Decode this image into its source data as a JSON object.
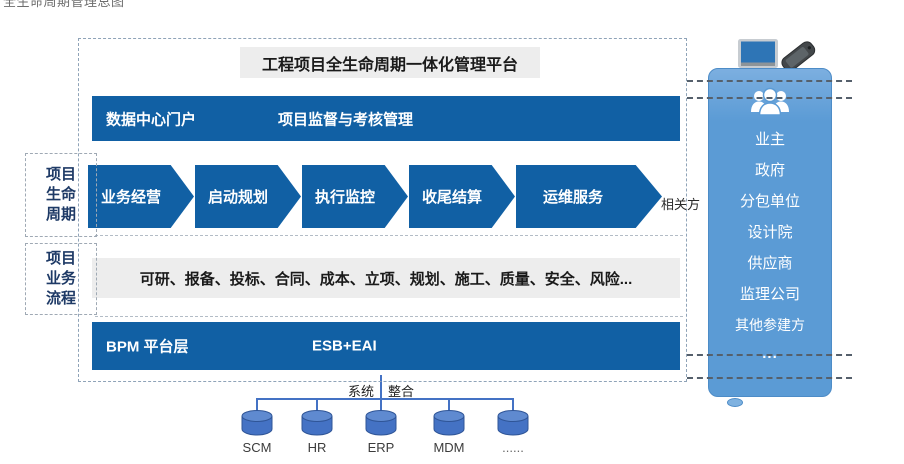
{
  "caption": "全生命周期管理总图",
  "platform": {
    "title": "工程项目全生命周期一体化管理平台",
    "portal_bar": {
      "left": "数据中心门户",
      "right": "项目监督与考核管理"
    },
    "lifecycle": {
      "side_label": "项目\n生命\n周期",
      "stages": [
        "业务经营",
        "启动规划",
        "执行监控",
        "收尾结算",
        "运维服务"
      ]
    },
    "process": {
      "side_label": "项目\n业务\n流程",
      "items_line": "可研、报备、投标、合同、成本、立项、规划、施工、质量、安全、风险..."
    },
    "platform_bar": {
      "left": "BPM  平台层",
      "right": "ESB+EAI"
    }
  },
  "stakeholders": {
    "pointer_label": "相关方",
    "items": [
      "业主",
      "政府",
      "分包单位",
      "设计院",
      "供应商",
      "监理公司",
      "其他参建方",
      "..."
    ]
  },
  "integration": {
    "label_left": "系统",
    "label_right": "整合",
    "systems": [
      "SCM",
      "HR",
      "ERP",
      "MDM",
      "......"
    ]
  },
  "colors": {
    "primary_blue": "#1160a4",
    "panel_blue": "#5b9bd5",
    "cylinder_blue": "#4472c4",
    "band_gray": "#ededed"
  }
}
